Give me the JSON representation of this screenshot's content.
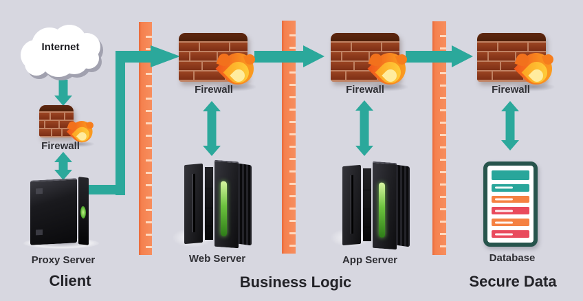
{
  "zones": {
    "client": "Client",
    "business_logic": "Business Logic",
    "secure_data": "Secure Data"
  },
  "nodes": {
    "internet": {
      "label": "Internet",
      "icon": "cloud-icon"
    },
    "client_firewall": {
      "label": "Firewall",
      "icon": "firewall-icon"
    },
    "proxy_server": {
      "label": "Proxy Server",
      "icon": "server-tower-icon"
    },
    "web_firewall": {
      "label": "Firewall",
      "icon": "firewall-icon"
    },
    "web_server": {
      "label": "Web Server",
      "icon": "server-rack-icon"
    },
    "app_firewall": {
      "label": "Firewall",
      "icon": "firewall-icon"
    },
    "app_server": {
      "label": "App Server",
      "icon": "server-rack-icon"
    },
    "db_firewall": {
      "label": "Firewall",
      "icon": "firewall-icon"
    },
    "database": {
      "label": "Database",
      "icon": "database-icon"
    }
  },
  "colors": {
    "background": "#d7d7e0",
    "teal": "#2ba89b",
    "orange": "#f5814e",
    "tick": "#ffd9bf",
    "brick": "#8d3b1c",
    "mortar": "#c08263",
    "brick_cap": "#5e2711",
    "flame_outer": "#f0561c",
    "flame_mid": "#fca522",
    "flame_core": "#ffec9e",
    "server_black": "#131316",
    "server_green": "#7fd957",
    "db_border": "#27544c",
    "db_teal": "#29a69b",
    "db_orange": "#f58142",
    "db_red": "#e94a5c",
    "label_text": "#2e2e33"
  }
}
